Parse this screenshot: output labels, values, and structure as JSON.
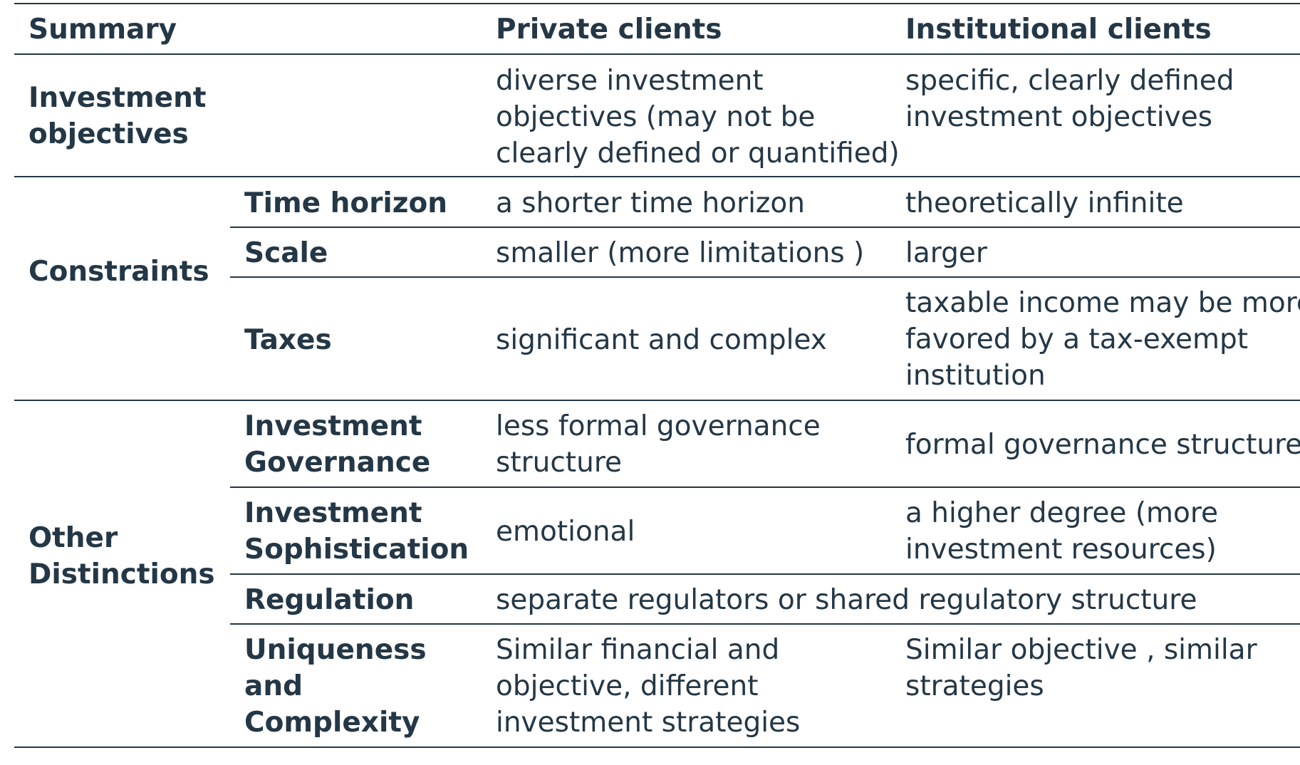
{
  "header": {
    "summary": "Summary",
    "private": "Private clients",
    "institutional": "Institutional clients"
  },
  "rows": {
    "investment_objectives": {
      "label_lines": [
        "Investment",
        "objectives"
      ],
      "private_lines": [
        "diverse investment",
        "objectives (may not be",
        "clearly defined or quantified)"
      ],
      "institutional_lines": [
        "specific, clearly defined",
        "investment objectives"
      ]
    },
    "constraints": {
      "group_label": "Constraints",
      "time_horizon": {
        "label": "Time horizon",
        "private": "a shorter time horizon",
        "institutional": "theoretically infinite"
      },
      "scale": {
        "label": "Scale",
        "private": "smaller (more limitations )",
        "institutional": "larger"
      },
      "taxes": {
        "label": "Taxes",
        "private": "significant and complex",
        "institutional_lines": [
          "taxable income may be more",
          "favored by a tax-exempt",
          "institution"
        ]
      }
    },
    "other_distinctions": {
      "group_label_lines": [
        "Other",
        "Distinctions"
      ],
      "governance": {
        "label_lines": [
          "Investment",
          "Governance"
        ],
        "private_lines": [
          "less formal governance",
          "structure"
        ],
        "institutional": "formal governance structure"
      },
      "sophistication": {
        "label_lines": [
          "Investment",
          "Sophistication"
        ],
        "private": "emotional",
        "institutional_lines": [
          "a higher degree (more",
          "investment resources)"
        ]
      },
      "regulation": {
        "label": "Regulation",
        "combined": "separate regulators or shared regulatory structure"
      },
      "uniqueness": {
        "label_lines": [
          "Uniqueness",
          "and",
          "Complexity"
        ],
        "private_lines": [
          "Similar financial and",
          "objective, different",
          "investment strategies"
        ],
        "institutional_lines": [
          "Similar objective , similar",
          "strategies"
        ]
      }
    }
  }
}
